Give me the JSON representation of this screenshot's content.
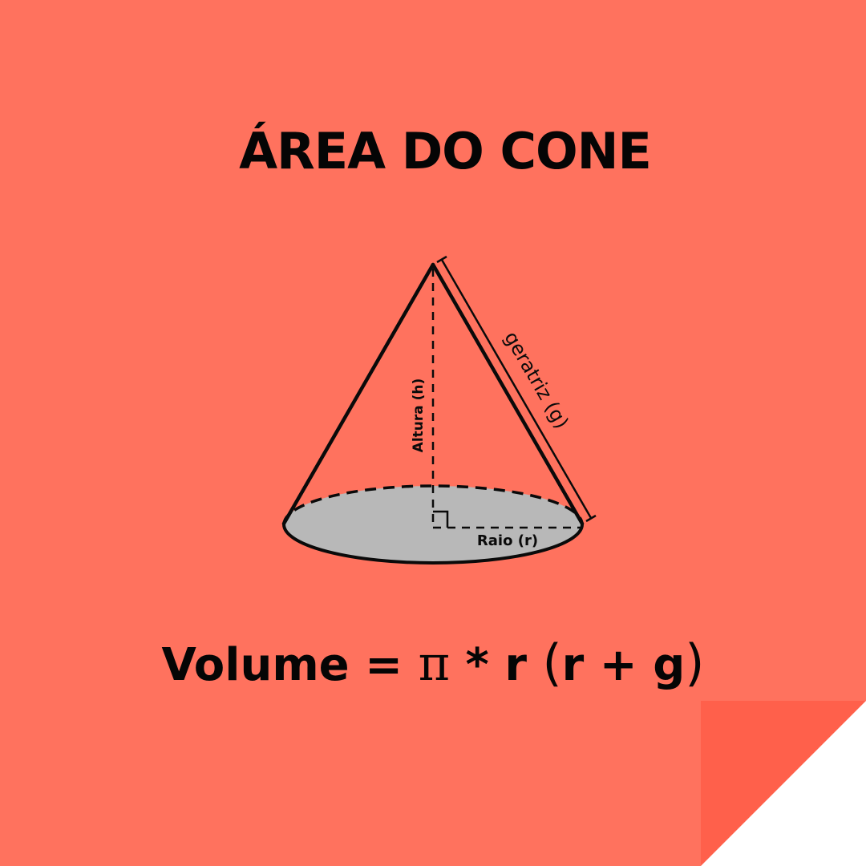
{
  "title": "ÁREA DO CONE",
  "diagram": {
    "labels": {
      "height": "Altura (h)",
      "slant": "geratriz (g)",
      "radius": "Raio (r)"
    },
    "base_fill": "#b8b8b8",
    "stroke": "#0a0a0a"
  },
  "formula": {
    "lhs": "Volume",
    "equals": "=",
    "pi": "π",
    "times": "*",
    "r": "r",
    "open_paren": "(",
    "inner": "r + g",
    "close_paren": ")"
  },
  "colors": {
    "background": "#ff725e",
    "fold_dark": "#ff604b",
    "fold_light": "#ffffff",
    "text": "#050505"
  }
}
